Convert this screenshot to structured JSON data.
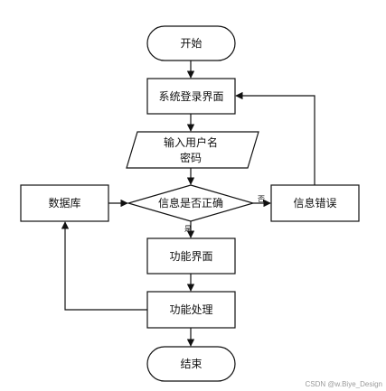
{
  "flow": {
    "start": "开始",
    "login": "系统登录界面",
    "input_line1": "输入用户名",
    "input_line2": "密码",
    "decision": "信息是否正确",
    "database": "数据库",
    "error": "信息错误",
    "func_ui": "功能界面",
    "func_proc": "功能处理",
    "end": "结束",
    "yes": "是",
    "no": "否"
  },
  "watermark": "CSDN @w.Biye_Design"
}
